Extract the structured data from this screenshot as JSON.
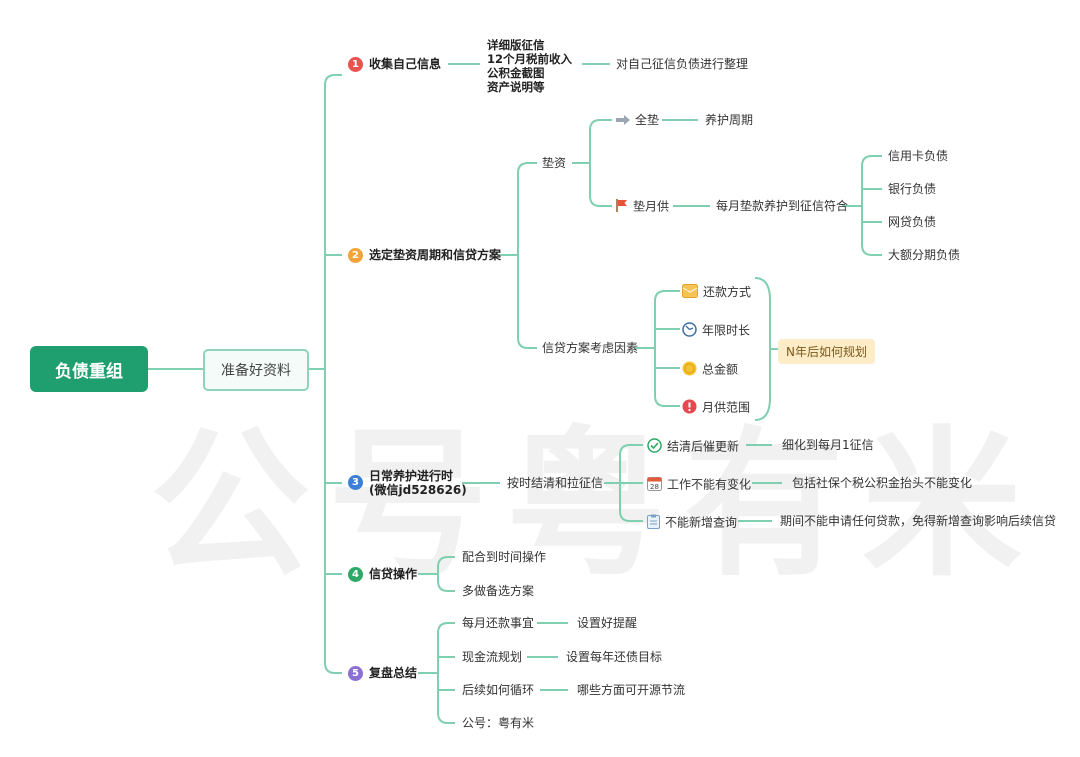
{
  "watermark": "公号粤有米",
  "root": "负债重组",
  "prep": "准备好资料",
  "b1": {
    "num": "1",
    "title": "收集自己信息",
    "docs": [
      "详细版征信",
      "12个月税前收入",
      "公积金截图",
      "资产说明等"
    ],
    "sub": "对自己征信负债进行整理"
  },
  "b2": {
    "num": "2",
    "title": "选定垫资周期和信贷方案",
    "dianzi": "垫资",
    "quandian": "全垫",
    "quandian_child": "养护周期",
    "dianyuegong": "垫月供",
    "dianyuegong_child": "每月垫款养护到征信符合",
    "debts": [
      "信用卡负债",
      "银行负债",
      "网贷负债",
      "大额分期负债"
    ],
    "xindai": "信贷方案考虑因素",
    "factors": [
      "还款方式",
      "年限时长",
      "总金额",
      "月供范围"
    ],
    "plan_tag": "N年后如何规划"
  },
  "b3": {
    "num": "3",
    "title1": "日常养护进行时",
    "title2": "(微信jd528626)",
    "child": "按时结清和拉征信",
    "items": [
      {
        "label": "结清后催更新",
        "note": "细化到每月1征信"
      },
      {
        "label": "工作不能有变化",
        "note": "包括社保个税公积金抬头不能变化"
      },
      {
        "label": "不能新增查询",
        "note": "期间不能申请任何贷款，免得新增查询影响后续信贷"
      }
    ]
  },
  "b4": {
    "num": "4",
    "title": "信贷操作",
    "items": [
      "配合到时间操作",
      "多做备选方案"
    ]
  },
  "b5": {
    "num": "5",
    "title": "复盘总结",
    "items": [
      {
        "label": "每月还款事宜",
        "note": "设置好提醒"
      },
      {
        "label": "现金流规划",
        "note": "设置每年还债目标"
      },
      {
        "label": "后续如何循环",
        "note": "哪些方面可开源节流"
      },
      {
        "label": "公号：粤有米",
        "note": ""
      }
    ]
  },
  "calendar_day": "28",
  "colors": {
    "line": "#7fcfb0",
    "root": "#1f9e6f",
    "n1": "#e8534f",
    "n2": "#f2a33a",
    "n3": "#3b7fd6",
    "n4": "#2ea866",
    "n5": "#8b6fd1",
    "tag": "#fdecc8"
  }
}
